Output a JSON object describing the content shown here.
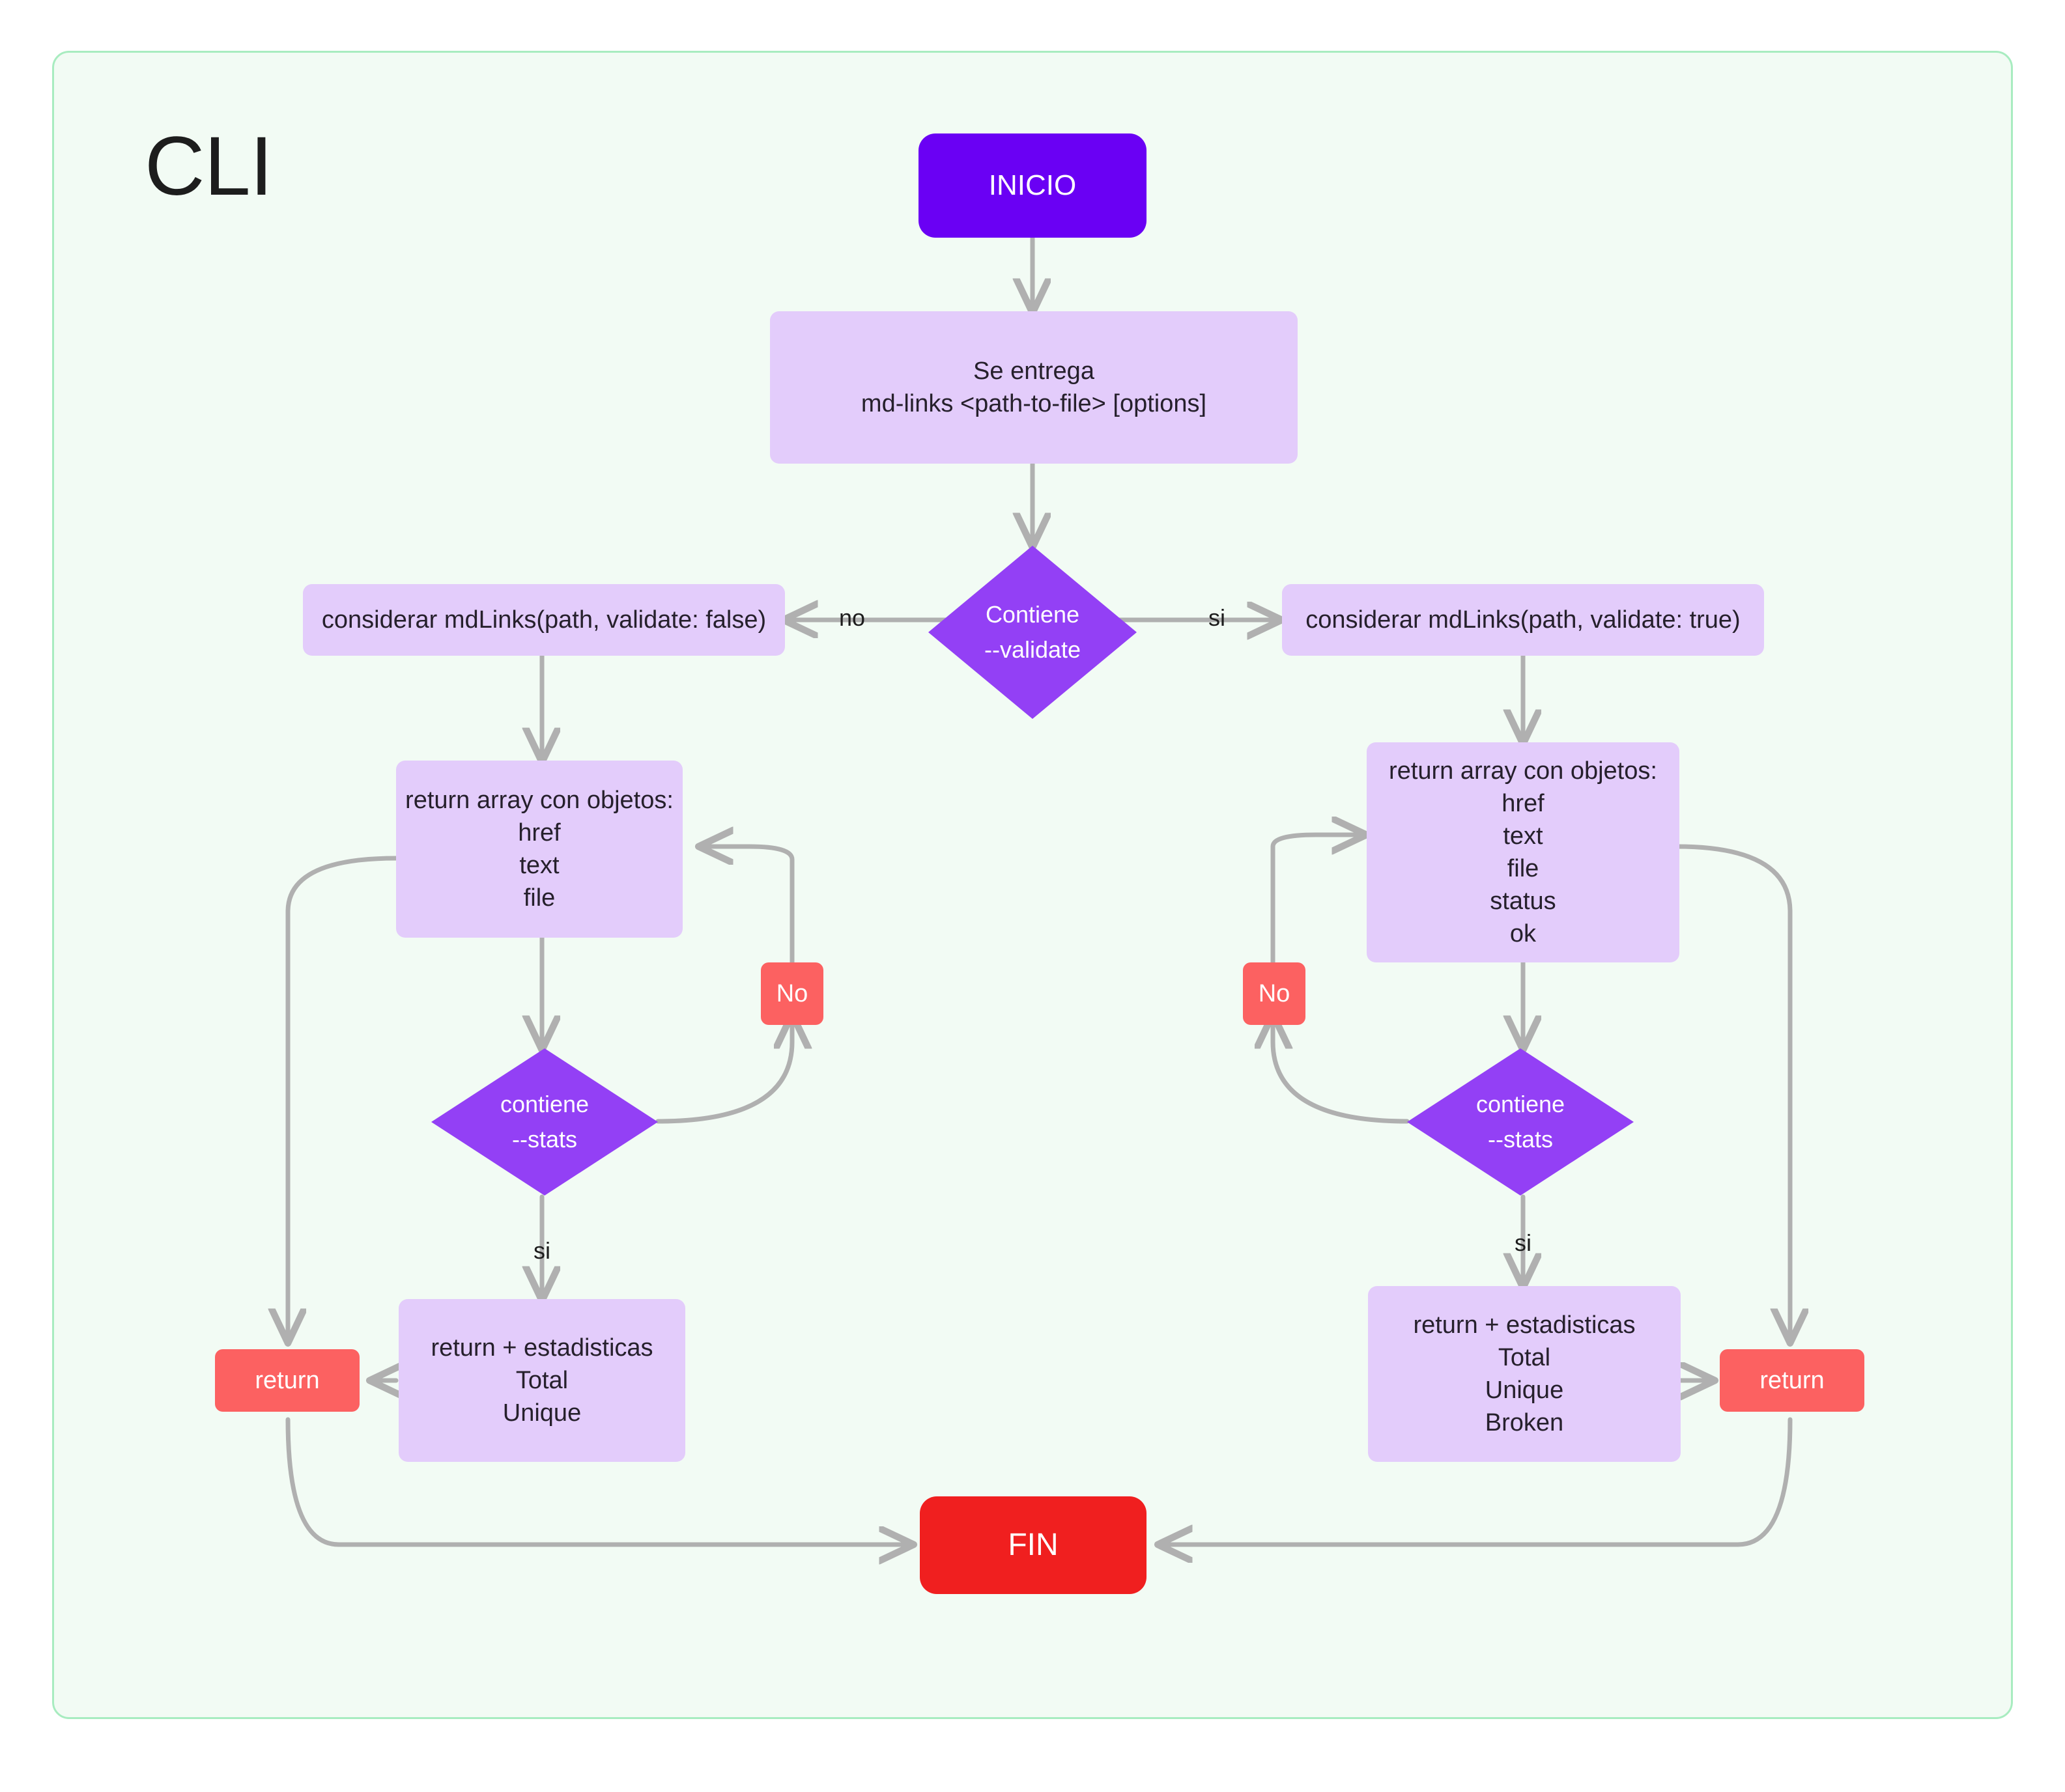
{
  "diagram": {
    "title": "CLI",
    "background_color": "#f2fbf4",
    "border_color": "#a8ecc0",
    "colors": {
      "start_node": "#6a00f4",
      "end_node": "#f01f1f",
      "process_node": "#e3ccfb",
      "decision_node": "#9340f5",
      "badge_node": "#fc6161",
      "edge": "#b0b0b0",
      "text_dark": "#26202c",
      "text_light": "#ffffff"
    }
  },
  "nodes": {
    "start": "INICIO",
    "entrega": "Se entrega\nmd-links <path-to-file> [options]",
    "decision_validate": "Contiene\n--validate",
    "mdlinks_false": "considerar mdLinks(path, validate: false)",
    "mdlinks_true": "considerar mdLinks(path, validate: true)",
    "array_left": "return  array con objetos:\nhref\ntext\nfile",
    "array_right": "return  array con objetos:\nhref\ntext\nfile\nstatus\nok",
    "decision_stats_left": "contiene\n--stats",
    "decision_stats_right": "contiene\n--stats",
    "no_badge_left": "No",
    "no_badge_right": "No",
    "stats_left": "return + estadisticas\nTotal\nUnique",
    "stats_right": "return + estadisticas\nTotal\nUnique\nBroken",
    "return_left": "return",
    "return_right": "return",
    "end": "FIN"
  },
  "edge_labels": {
    "validate_no": "no",
    "validate_si": "si",
    "stats_left_si": "si",
    "stats_right_si": "si"
  }
}
